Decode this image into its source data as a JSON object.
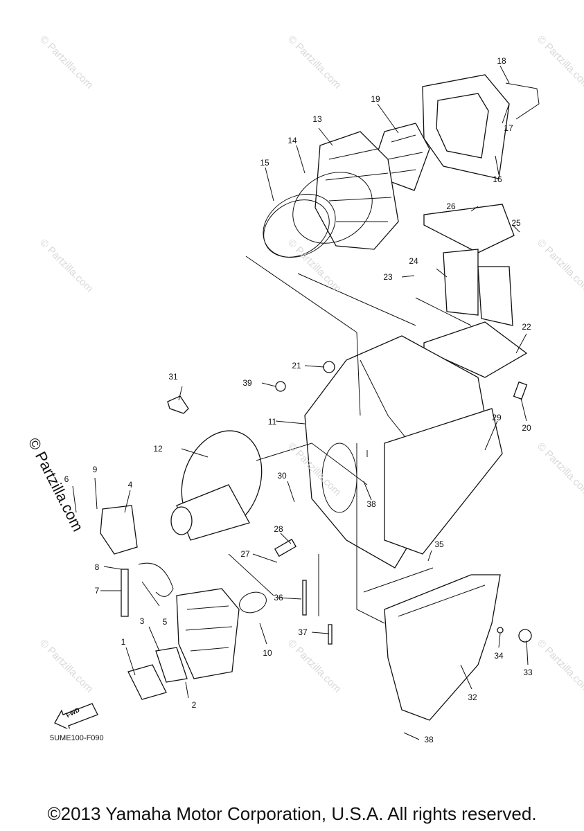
{
  "watermark": "© Partzilla.com",
  "diagram_code": "5UME100-F090",
  "fwd_label": "FWD",
  "copyright": "©2013 Yamaha Motor Corporation, U.S.A. All rights reserved.",
  "callouts": [
    "1",
    "2",
    "3",
    "4",
    "5",
    "6",
    "7",
    "8",
    "9",
    "10",
    "11",
    "12",
    "13",
    "14",
    "15",
    "16",
    "17",
    "18",
    "19",
    "20",
    "21",
    "22",
    "23",
    "24",
    "25",
    "26",
    "27",
    "28",
    "29",
    "30",
    "31",
    "32",
    "33",
    "34",
    "35",
    "36",
    "37",
    "38",
    "38",
    "39"
  ]
}
